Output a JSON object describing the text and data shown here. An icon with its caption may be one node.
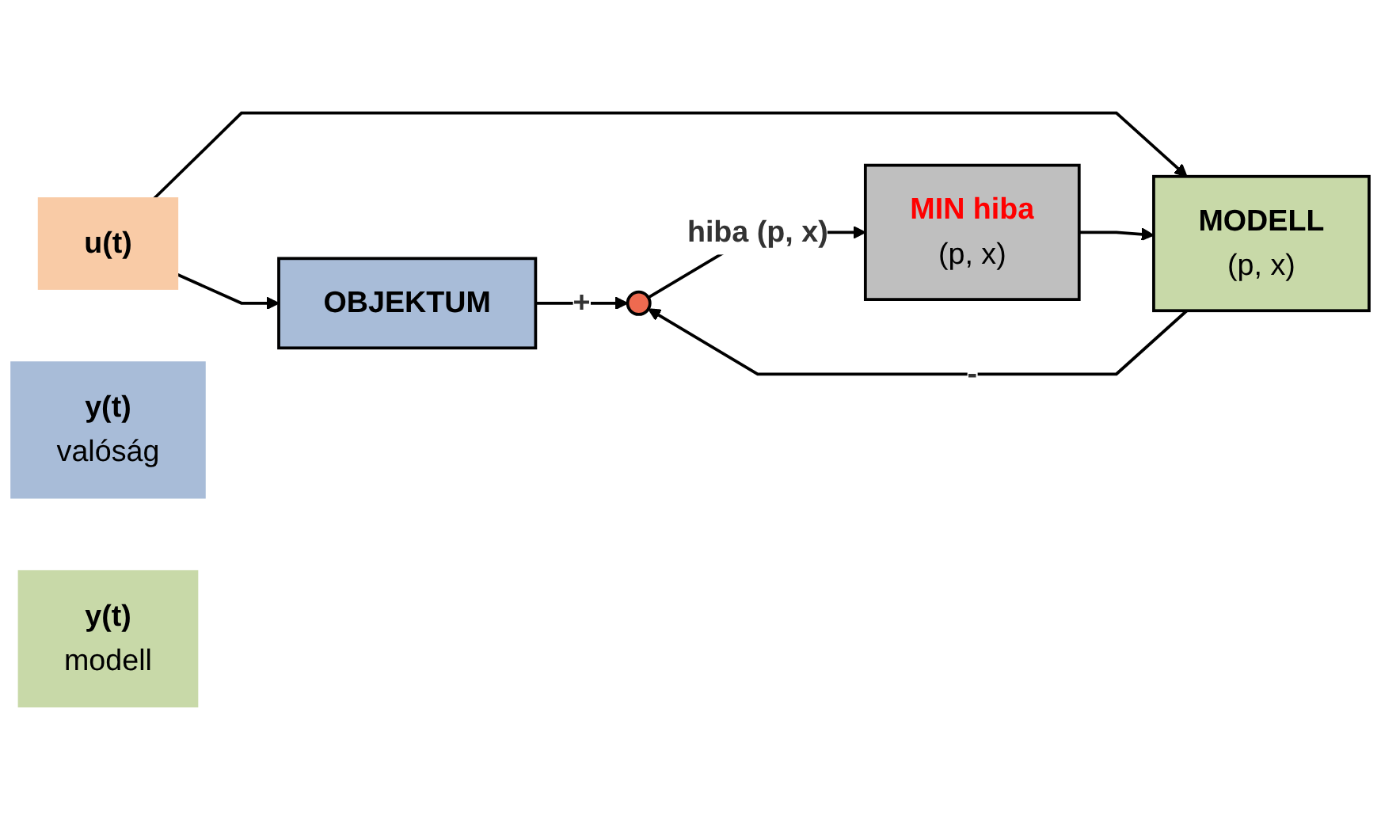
{
  "diagram": {
    "nodes": [
      {
        "text": [
          "u(t)"
        ]
      },
      {
        "text": [
          "OBJEKTUM"
        ]
      },
      {
        "text": [
          "y(t)",
          "valóság"
        ]
      },
      {
        "text": [],
        "shape": "circle"
      },
      {
        "text": [
          "MIN hiba",
          "(p, x)"
        ]
      },
      {
        "text": [
          "MODELL",
          "(p, x)"
        ]
      },
      {
        "text": [
          "y(t)",
          "modell"
        ]
      }
    ],
    "edges": [
      {
        "from": 0,
        "to": 1,
        "arrow": "to"
      },
      {
        "from": 0,
        "to": 5,
        "arrow": "to"
      },
      {
        "from": 1,
        "to": 3,
        "label": "+",
        "arrow": "to"
      },
      {
        "from": 5,
        "to": 3,
        "label": "-",
        "arrow": "to"
      },
      {
        "from": 3,
        "to": 4,
        "label": "hiba (p, x)",
        "arrow": "to"
      },
      {
        "from": 4,
        "to": 5,
        "arrow": "to"
      }
    ]
  }
}
